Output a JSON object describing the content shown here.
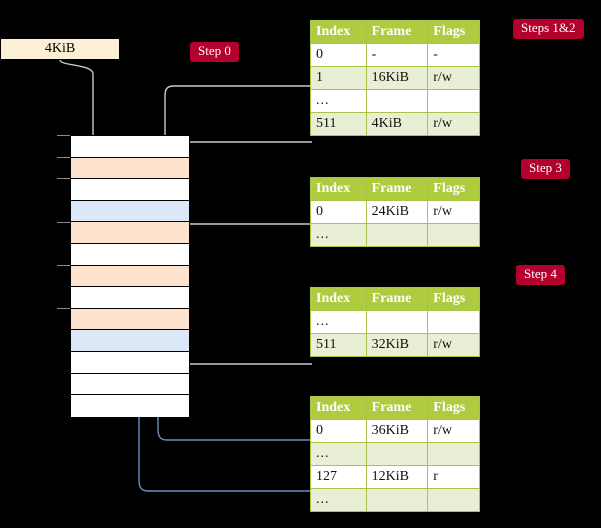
{
  "source_box": {
    "label": "4KiB"
  },
  "badges": [
    {
      "name": "step-0",
      "label": "Step 0"
    },
    {
      "name": "steps-1-2",
      "label": "Steps 1&2"
    },
    {
      "name": "step-3",
      "label": "Step 3"
    },
    {
      "name": "step-4",
      "label": "Step 4"
    }
  ],
  "colors": {
    "badge_bg": "#B3002D",
    "table_header_bg": "#AFCB3F",
    "table_alt_row_bg": "#E8EFD4",
    "highlight_bg": "#F7F3A2",
    "memory_orange": "#FDE3CD",
    "memory_blue": "#DCE8F7",
    "source_box_bg": "#FBEFD5",
    "wire_gray": "#BFBFBF",
    "wire_blue": "#6E8FC0"
  },
  "memory_column": {
    "name": "physical-memory-column",
    "rows": [
      {
        "fill": "white"
      },
      {
        "fill": "orange"
      },
      {
        "fill": "white"
      },
      {
        "fill": "blue"
      },
      {
        "fill": "orange"
      },
      {
        "fill": "white"
      },
      {
        "fill": "orange"
      },
      {
        "fill": "white"
      },
      {
        "fill": "orange"
      },
      {
        "fill": "blue"
      },
      {
        "fill": "white"
      },
      {
        "fill": "white"
      },
      {
        "fill": "white"
      }
    ]
  },
  "tables": [
    {
      "name": "page-table-level-1",
      "headers": [
        "Index",
        "Frame",
        "Flags"
      ],
      "rows": [
        {
          "cells": [
            "0",
            "-",
            "-"
          ],
          "alt": false,
          "highlight": false
        },
        {
          "cells": [
            "1",
            "16KiB",
            "r/w"
          ],
          "alt": true,
          "highlight": false
        },
        {
          "cells": [
            "...",
            "",
            ""
          ],
          "alt": false,
          "highlight": false
        },
        {
          "cells": [
            "511",
            "4KiB",
            "r/w"
          ],
          "alt": true,
          "highlight": true
        }
      ]
    },
    {
      "name": "page-table-level-2",
      "headers": [
        "Index",
        "Frame",
        "Flags"
      ],
      "rows": [
        {
          "cells": [
            "0",
            "24KiB",
            "r/w"
          ],
          "alt": false,
          "highlight": false
        },
        {
          "cells": [
            "...",
            "",
            ""
          ],
          "alt": true,
          "highlight": false
        }
      ]
    },
    {
      "name": "page-table-level-3",
      "headers": [
        "Index",
        "Frame",
        "Flags"
      ],
      "rows": [
        {
          "cells": [
            "...",
            "",
            ""
          ],
          "alt": false,
          "highlight": false
        },
        {
          "cells": [
            "511",
            "32KiB",
            "r/w"
          ],
          "alt": true,
          "highlight": false
        }
      ]
    },
    {
      "name": "page-table-level-4",
      "headers": [
        "Index",
        "Frame",
        "Flags"
      ],
      "rows": [
        {
          "cells": [
            "0",
            "36KiB",
            "r/w"
          ],
          "alt": false,
          "highlight": false
        },
        {
          "cells": [
            "...",
            "",
            ""
          ],
          "alt": true,
          "highlight": false
        },
        {
          "cells": [
            "127",
            "12KiB",
            "r"
          ],
          "alt": false,
          "highlight": false
        },
        {
          "cells": [
            "...",
            "",
            ""
          ],
          "alt": true,
          "highlight": false
        }
      ]
    }
  ]
}
